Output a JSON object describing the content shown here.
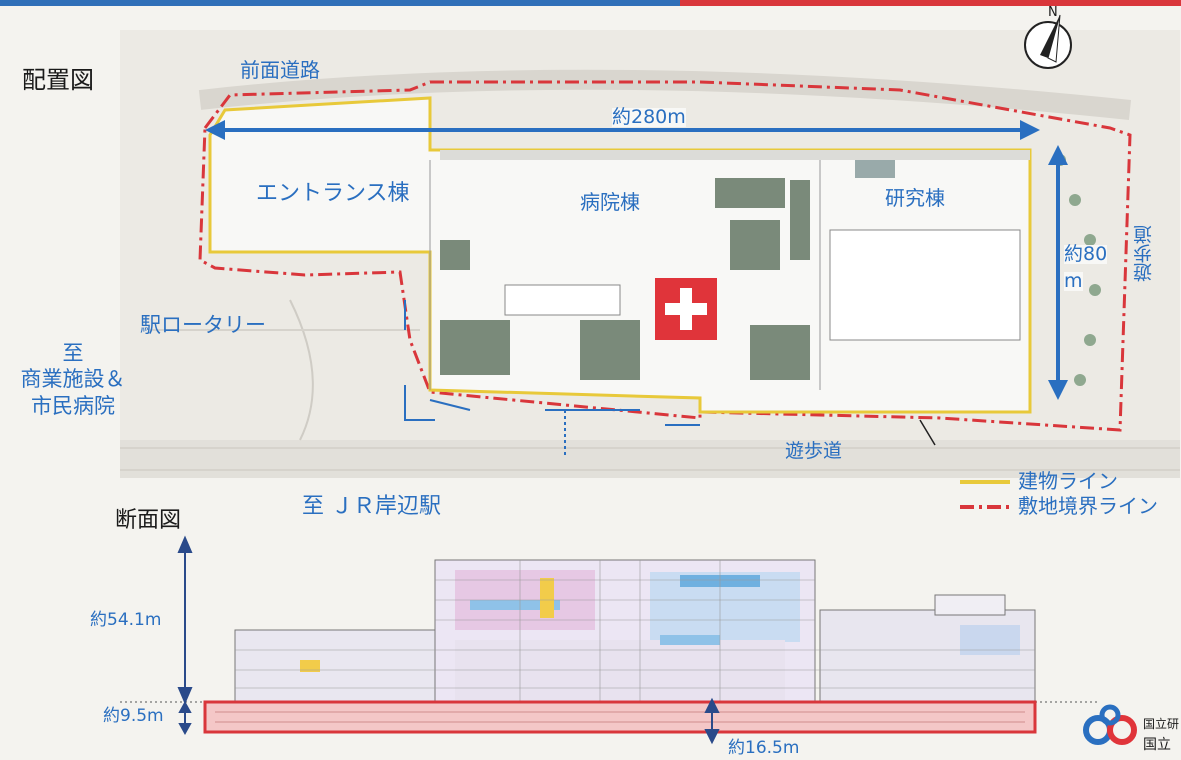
{
  "plan": {
    "title": "配置図",
    "front_road": "前面道路",
    "length_label": "約280m",
    "width_label_1": "約80",
    "width_label_2": "m",
    "entrance_building": "エントランス棟",
    "hospital_building": "病院棟",
    "research_building": "研究棟",
    "station_rotary": "駅ロータリー",
    "promenade_bottom": "遊歩道",
    "promenade_right": "遊歩道",
    "direction_label": "至\n商業施設＆\n市民病院",
    "direction_label_lines": [
      "至",
      "商業施設＆",
      "市民病院"
    ],
    "jr_label": "至 ＪＲ岸辺駅",
    "compass_letter": "N"
  },
  "legend": {
    "building_line": "建物ライン",
    "boundary_line": "敷地境界ライン",
    "building_color": "#e8c93a",
    "boundary_color": "#d9363b"
  },
  "section": {
    "title": "断面図",
    "height_label": "約54.1m",
    "base_label": "約9.5m",
    "depth_label": "約16.5m"
  },
  "logo": {
    "text_line1": "国立研",
    "text_line2": "国立"
  },
  "colors": {
    "accent_blue": "#2a6fc0",
    "top_bar_blue": "#2f6fb8",
    "top_bar_red": "#d9363b",
    "cross_red": "#e0343a"
  }
}
